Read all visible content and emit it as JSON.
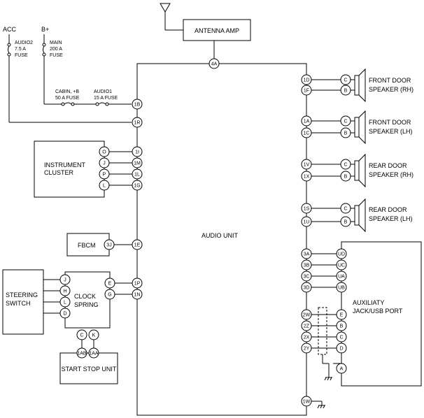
{
  "labels": {
    "acc": "ACC",
    "bplus": "B+",
    "audio2_fuse": [
      "AUDIO2",
      "7.5 A",
      "FUSE"
    ],
    "main_fuse": [
      "MAIN",
      "200 A",
      "FUSE"
    ],
    "cabin_fuse": [
      "CABIN, +B",
      "50 A FUSE"
    ],
    "audio1_fuse": [
      "AUDIO1",
      "15 A FUSE"
    ],
    "antenna_amp": "ANTENNA AMP",
    "audio_unit": "AUDIO UNIT",
    "instrument_cluster": [
      "INSTRUMENT",
      "CLUSTER"
    ],
    "fbcm": "FBCM",
    "steering_switch": [
      "STEERING",
      "SWITCH"
    ],
    "clock_spring": [
      "CLOCK",
      "SPRING"
    ],
    "start_stop_unit": "START STOP UNIT",
    "front_door_rh": [
      "FRONT DOOR",
      "SPEAKER (RH)"
    ],
    "front_door_lh": [
      "FRONT DOOR",
      "SPEAKER (LH)"
    ],
    "rear_door_rh": [
      "REAR DOOR",
      "SPEAKER (RH)"
    ],
    "rear_door_lh": [
      "REAR DOOR",
      "SPEAKER (LH)"
    ],
    "aux_port": [
      "AUXILIATY",
      "JACK/USB PORT"
    ]
  },
  "pins": {
    "antenna": "4A",
    "audio_left": [
      "1B",
      "1R",
      "1I",
      "1M",
      "1L",
      "1G",
      "1E",
      "1P",
      "1N"
    ],
    "instrument": [
      "O",
      "J",
      "P",
      "L"
    ],
    "fbcm": "3J",
    "steering": [
      "J",
      "H",
      "L",
      "D"
    ],
    "clock_left": [
      "E",
      "G"
    ],
    "clock_bottom": [
      "C",
      "K"
    ],
    "start_stop": [
      "1AB",
      "1AA"
    ],
    "speaker_audio": [
      "1D",
      "1F",
      "1A",
      "1C",
      "1V",
      "1X",
      "1S",
      "1U"
    ],
    "speaker_pins": [
      "C",
      "B"
    ],
    "aux_audio": [
      "3A",
      "3B",
      "3C",
      "3D",
      "2W",
      "2Z",
      "2X",
      "2Y"
    ],
    "aux_top": [
      "UD",
      "UC",
      "UA",
      "UB"
    ],
    "aux_bottom": [
      "E",
      "B",
      "C",
      "D"
    ],
    "aux_a": "A",
    "ground": "1W"
  }
}
